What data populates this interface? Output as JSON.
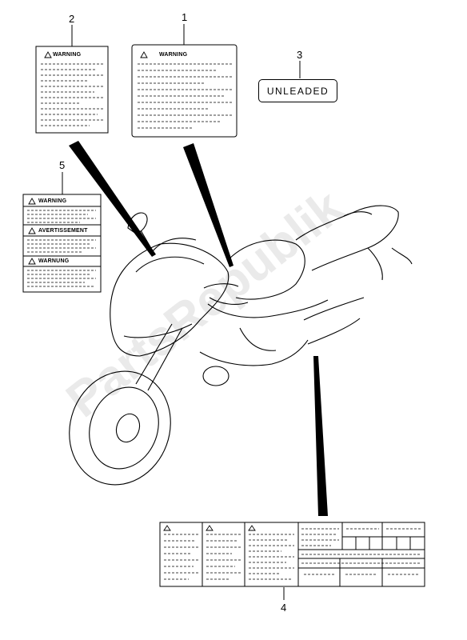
{
  "callouts": {
    "c1": "1",
    "c2": "2",
    "c3": "3",
    "c4": "4",
    "c5": "5"
  },
  "labels": {
    "warning": "WARNING",
    "avertissement": "AVERTISSEMENT",
    "warnung": "WARNUNG",
    "unleaded": "UNLEADED"
  },
  "watermark": "PartsRepublik"
}
